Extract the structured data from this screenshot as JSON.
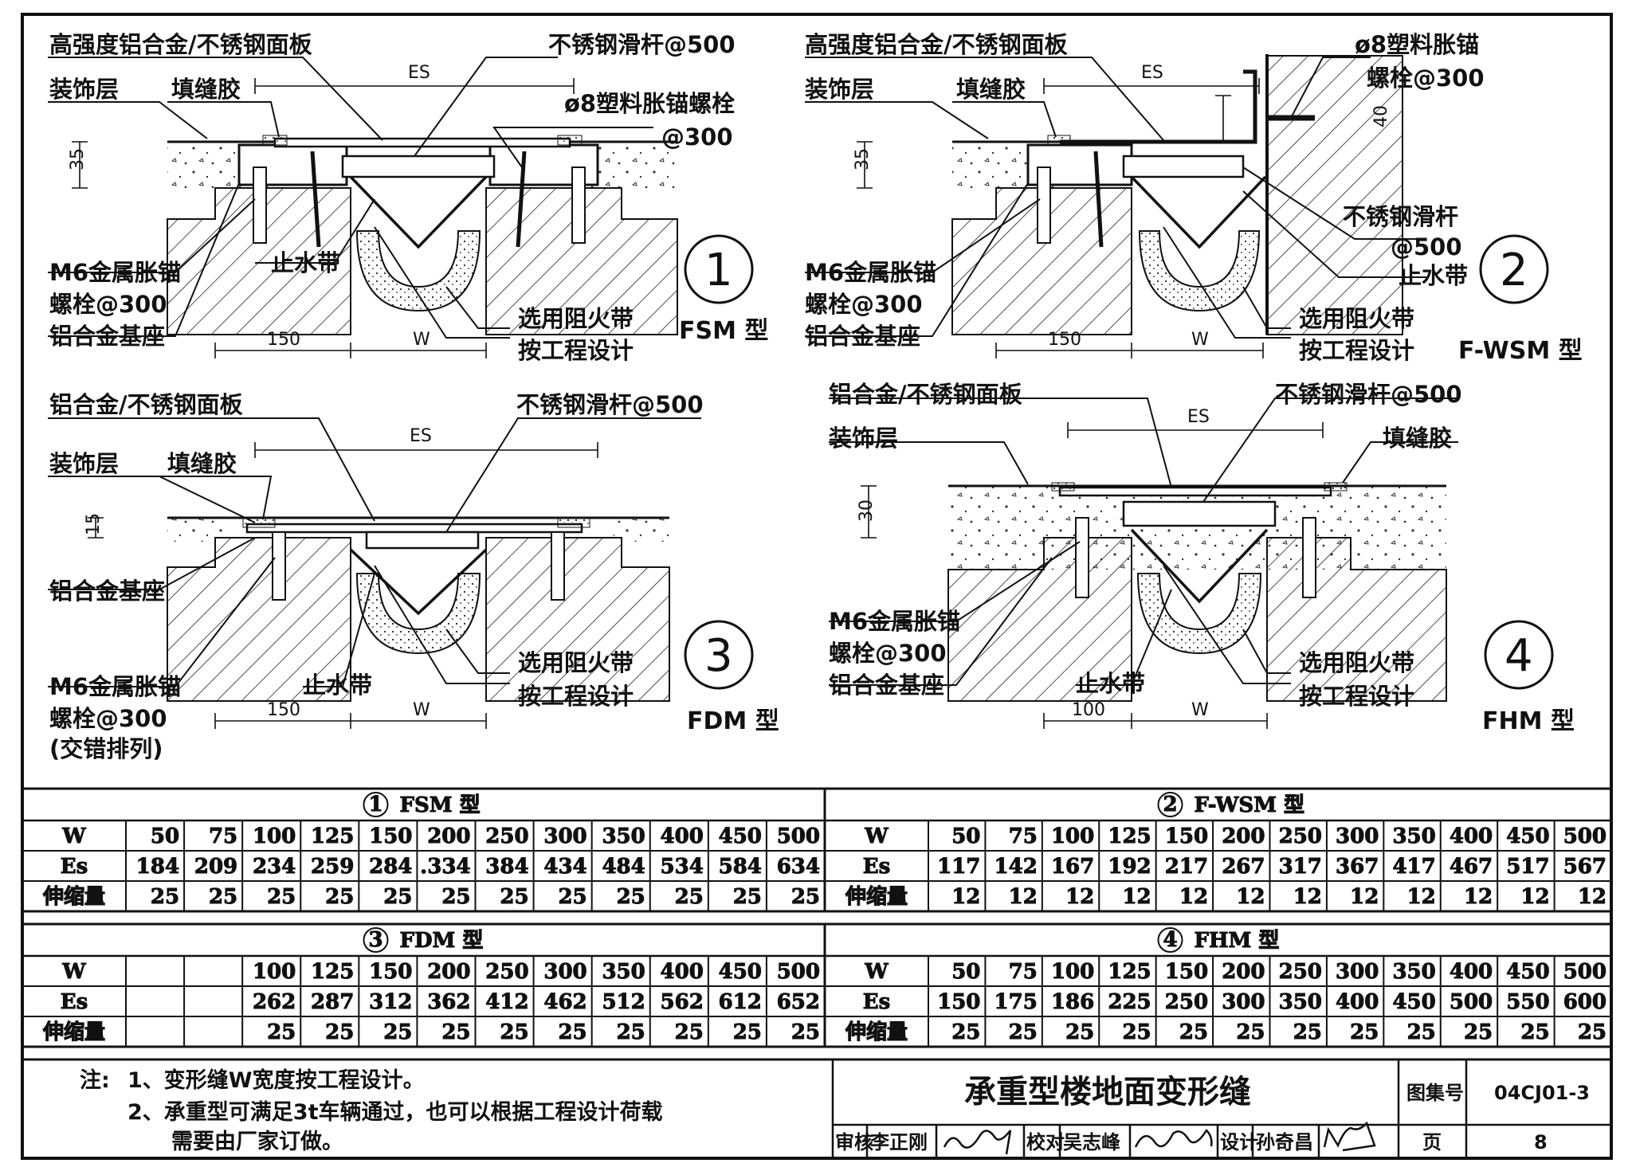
{
  "details": [
    {
      "number": "1",
      "type_label": "FSM 型",
      "labels": {
        "panel": "高强度铝合金/不锈钢面板",
        "rod": "不锈钢滑杆@500",
        "finish": "装饰层",
        "sealant": "填缝胶",
        "bolt_a": "ø8塑料胀锚螺栓",
        "bolt_b": "@300",
        "anchor_a": "M6金属胀锚",
        "anchor_b": "螺栓@300",
        "base": "铝合金基座",
        "waterstop": "止水带",
        "fire_a": "选用阻火带",
        "fire_b": "按工程设计"
      },
      "dims": {
        "es": "ES",
        "h": "35",
        "left": "150",
        "w": "W"
      }
    },
    {
      "number": "2",
      "type_label": "F-WSM 型",
      "labels": {
        "panel": "高强度铝合金/不锈钢面板",
        "bolt_a": "ø8塑料胀锚",
        "bolt_b": "螺栓@300",
        "finish": "装饰层",
        "sealant": "填缝胶",
        "rod_a": "不锈钢滑杆",
        "rod_b": "@500",
        "waterstop": "止水带",
        "anchor_a": "M6金属胀锚",
        "anchor_b": "螺栓@300",
        "base": "铝合金基座",
        "fire_a": "选用阻火带",
        "fire_b": "按工程设计"
      },
      "dims": {
        "es": "ES",
        "h": "35",
        "wall_h": "40",
        "left": "150",
        "w": "W"
      }
    },
    {
      "number": "3",
      "type_label": "FDM 型",
      "labels": {
        "panel": "铝合金/不锈钢面板",
        "rod": "不锈钢滑杆@500",
        "finish": "装饰层",
        "sealant": "填缝胶",
        "base": "铝合金基座",
        "anchor_a": "M6金属胀锚",
        "anchor_b": "螺栓@300",
        "anchor_c": "(交错排列)",
        "waterstop": "止水带",
        "fire_a": "选用阻火带",
        "fire_b": "按工程设计"
      },
      "dims": {
        "es": "ES",
        "h": "15",
        "left": "150",
        "w": "W"
      }
    },
    {
      "number": "4",
      "type_label": "FHM 型",
      "labels": {
        "panel": "铝合金/不锈钢面板",
        "rod": "不锈钢滑杆@500",
        "finish": "装饰层",
        "sealant": "填缝胶",
        "anchor_a": "M6金属胀锚",
        "anchor_b": "螺栓@300",
        "base": "铝合金基座",
        "waterstop": "止水带",
        "fire_a": "选用阻火带",
        "fire_b": "按工程设计"
      },
      "dims": {
        "es": "ES",
        "h": "30",
        "left": "100",
        "w": "W"
      }
    }
  ],
  "tables": [
    {
      "number": "1",
      "title": "FSM 型",
      "rows": [
        {
          "label": "W",
          "values": [
            "50",
            "75",
            "100",
            "125",
            "150",
            "200",
            "250",
            "300",
            "350",
            "400",
            "450",
            "500"
          ]
        },
        {
          "label": "Es",
          "values": [
            "184",
            "209",
            "234",
            "259",
            "284",
            ".334",
            "384",
            "434",
            "484",
            "534",
            "584",
            "634"
          ]
        },
        {
          "label": "伸缩量",
          "values": [
            "25",
            "25",
            "25",
            "25",
            "25",
            "25",
            "25",
            "25",
            "25",
            "25",
            "25",
            "25"
          ]
        }
      ]
    },
    {
      "number": "2",
      "title": "F-WSM 型",
      "rows": [
        {
          "label": "W",
          "values": [
            "50",
            "75",
            "100",
            "125",
            "150",
            "200",
            "250",
            "300",
            "350",
            "400",
            "450",
            "500"
          ]
        },
        {
          "label": "Es",
          "values": [
            "117",
            "142",
            "167",
            "192",
            "217",
            "267",
            "317",
            "367",
            "417",
            "467",
            "517",
            "567"
          ]
        },
        {
          "label": "伸缩量",
          "values": [
            "12",
            "12",
            "12",
            "12",
            "12",
            "12",
            "12",
            "12",
            "12",
            "12",
            "12",
            "12"
          ]
        }
      ]
    },
    {
      "number": "3",
      "title": "FDM 型",
      "rows": [
        {
          "label": "W",
          "values": [
            "",
            "",
            "100",
            "125",
            "150",
            "200",
            "250",
            "300",
            "350",
            "400",
            "450",
            "500"
          ]
        },
        {
          "label": "Es",
          "values": [
            "",
            "",
            "262",
            "287",
            "312",
            "362",
            "412",
            "462",
            "512",
            "562",
            "612",
            "652"
          ]
        },
        {
          "label": "伸缩量",
          "values": [
            "",
            "",
            "25",
            "25",
            "25",
            "25",
            "25",
            "25",
            "25",
            "25",
            "25",
            "25"
          ]
        }
      ]
    },
    {
      "number": "4",
      "title": "FHM 型",
      "rows": [
        {
          "label": "W",
          "values": [
            "50",
            "75",
            "100",
            "125",
            "150",
            "200",
            "250",
            "300",
            "350",
            "400",
            "450",
            "500"
          ]
        },
        {
          "label": "Es",
          "values": [
            "150",
            "175",
            "186",
            "225",
            "250",
            "300",
            "350",
            "400",
            "450",
            "500",
            "550",
            "600"
          ]
        },
        {
          "label": "伸缩量",
          "values": [
            "25",
            "25",
            "25",
            "25",
            "25",
            "25",
            "25",
            "25",
            "25",
            "25",
            "25",
            "25"
          ]
        }
      ]
    }
  ],
  "notes": {
    "prefix": "注:",
    "line1": "1、变形缝W宽度按工程设计。",
    "line2": "2、承重型可满足3t车辆通过，也可以根据工程设计荷载",
    "line3": "需要由厂家订做。"
  },
  "title_block": {
    "title": "承重型楼地面变形缝",
    "atlas_label": "图集号",
    "atlas_no": "04CJ01-3",
    "review_label": "审核",
    "reviewer": "李正刚",
    "check_label": "校对",
    "checker": "吴志峰",
    "design_label": "设计",
    "designer": "孙奇昌",
    "page_label": "页",
    "page_no": "8"
  }
}
